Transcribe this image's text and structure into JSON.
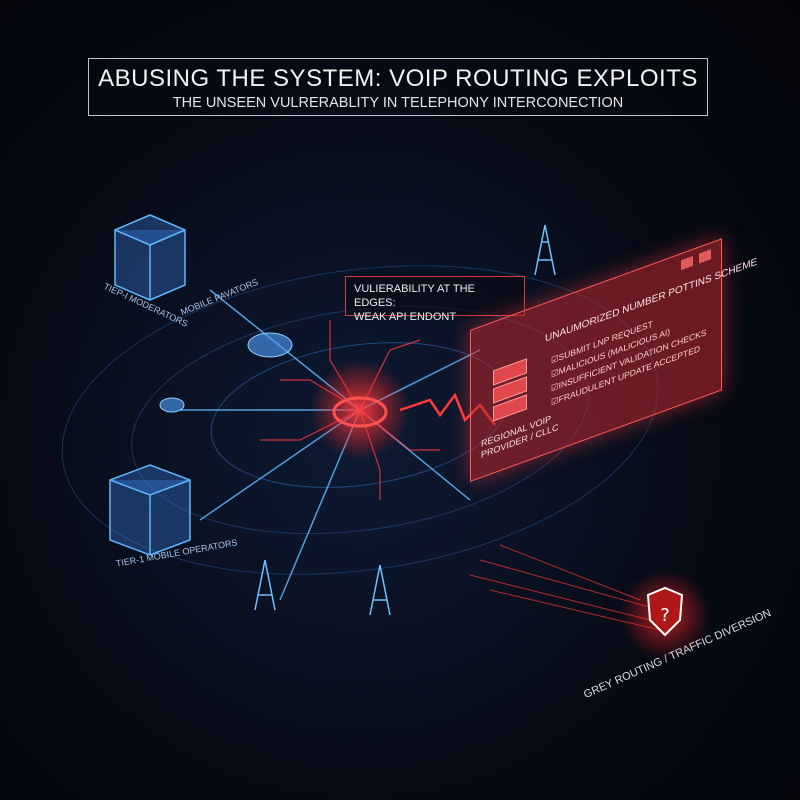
{
  "header": {
    "title": "ABUSING THE SYSTEM: VOIP ROUTING EXPLOITS",
    "subtitle": "THE UNSEEN VULRERABLITY IN TELEPHONY INTERCONECTION"
  },
  "nodes": {
    "tier1_moderators": "TIEP-I MODERATORS",
    "mobile_operators_top": "MOBILE PAVATORS",
    "tier1_mobile_operators": "TIER-1 MOBILE OPERATORS"
  },
  "callout": {
    "line1": "VULIERABILITY AT THE EDGES:",
    "line2": "WEAK API ENDONT"
  },
  "panel": {
    "title": "UNAUMORIZED NUMBER POTTINS SCHEME",
    "steps": [
      "SUBMIT LNP REQUEST",
      "MALICIOUS (MALICIOUS AI)",
      "INSUFFICIENT VALIDATION CHECKS",
      "FRAUDULENT UPDATE ACCEPTED"
    ],
    "provider_line1": "REGIONAL VOIP",
    "provider_line2": "PROVIDER / CLLC"
  },
  "threat_label": "GREY ROUTING / TRAFFIC DIVERSION",
  "icons": [
    "server-stack-icon",
    "cloud-upload-icon",
    "cell-tower-icon",
    "shield-question-icon",
    "shield-icon",
    "lightning-icon",
    "checkbox-icon"
  ],
  "colors": {
    "accent_blue": "#3fa2ff",
    "accent_red": "#ff3b3b",
    "background": "#05070d"
  }
}
